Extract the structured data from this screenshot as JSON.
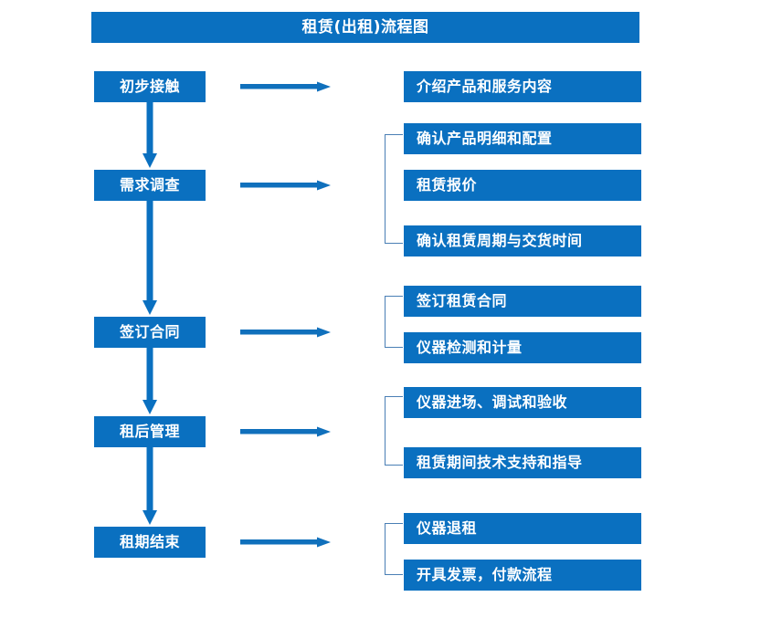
{
  "diagram": {
    "title": "租赁(出租)流程图",
    "accent_color": "#0A70C0",
    "bracket_color": "#4A7FB5",
    "text_color": "#FFFFFF",
    "background_color": "#FFFFFF"
  },
  "stages": [
    {
      "id": "stage-1",
      "label": "初步接触"
    },
    {
      "id": "stage-2",
      "label": "需求调查"
    },
    {
      "id": "stage-3",
      "label": "签订合同"
    },
    {
      "id": "stage-4",
      "label": "租后管理"
    },
    {
      "id": "stage-5",
      "label": "租期结束"
    }
  ],
  "details": [
    {
      "id": "detail-1",
      "label": "介绍产品和服务内容"
    },
    {
      "id": "detail-2",
      "label": "确认产品明细和配置"
    },
    {
      "id": "detail-3",
      "label": "租赁报价"
    },
    {
      "id": "detail-4",
      "label": "确认租赁周期与交货时间"
    },
    {
      "id": "detail-5",
      "label": "签订租赁合同"
    },
    {
      "id": "detail-6",
      "label": "仪器检测和计量"
    },
    {
      "id": "detail-7",
      "label": "仪器进场、调试和验收"
    },
    {
      "id": "detail-8",
      "label": "租赁期间技术支持和指导"
    },
    {
      "id": "detail-9",
      "label": "仪器退租"
    },
    {
      "id": "detail-10",
      "label": "开具发票，付款流程"
    }
  ],
  "chart_data": {
    "type": "diagram",
    "title": "租赁(出租)流程图",
    "flow": [
      {
        "stage": "初步接触",
        "outputs": [
          "介绍产品和服务内容"
        ]
      },
      {
        "stage": "需求调查",
        "outputs": [
          "确认产品明细和配置",
          "租赁报价",
          "确认租赁周期与交货时间"
        ]
      },
      {
        "stage": "签订合同",
        "outputs": [
          "签订租赁合同",
          "仪器检测和计量"
        ]
      },
      {
        "stage": "租后管理",
        "outputs": [
          "仪器进场、调试和验收",
          "租赁期间技术支持和指导"
        ]
      },
      {
        "stage": "租期结束",
        "outputs": [
          "仪器退租",
          "开具发票，付款流程"
        ]
      }
    ],
    "stage_sequence": [
      "初步接触",
      "需求调查",
      "签订合同",
      "租后管理",
      "租期结束"
    ]
  }
}
